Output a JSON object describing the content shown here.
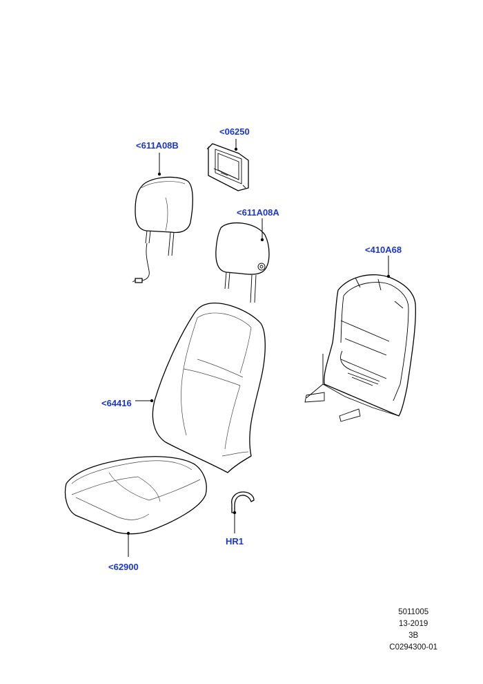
{
  "parts": {
    "headrestB": {
      "label": "<611A08B"
    },
    "screen": {
      "label": "<06250"
    },
    "headrestA": {
      "label": "<611A08A"
    },
    "backFrame": {
      "label": "<410A68"
    },
    "backCover": {
      "label": "<64416"
    },
    "cushion": {
      "label": "<62900"
    },
    "ring": {
      "label": "HR1"
    }
  },
  "footer": {
    "line1": "5011005",
    "line2": "13-2019",
    "line3": "3B",
    "line4": "C0294300-01"
  },
  "colors": {
    "label": "#1a35d6",
    "line": "#000000"
  }
}
